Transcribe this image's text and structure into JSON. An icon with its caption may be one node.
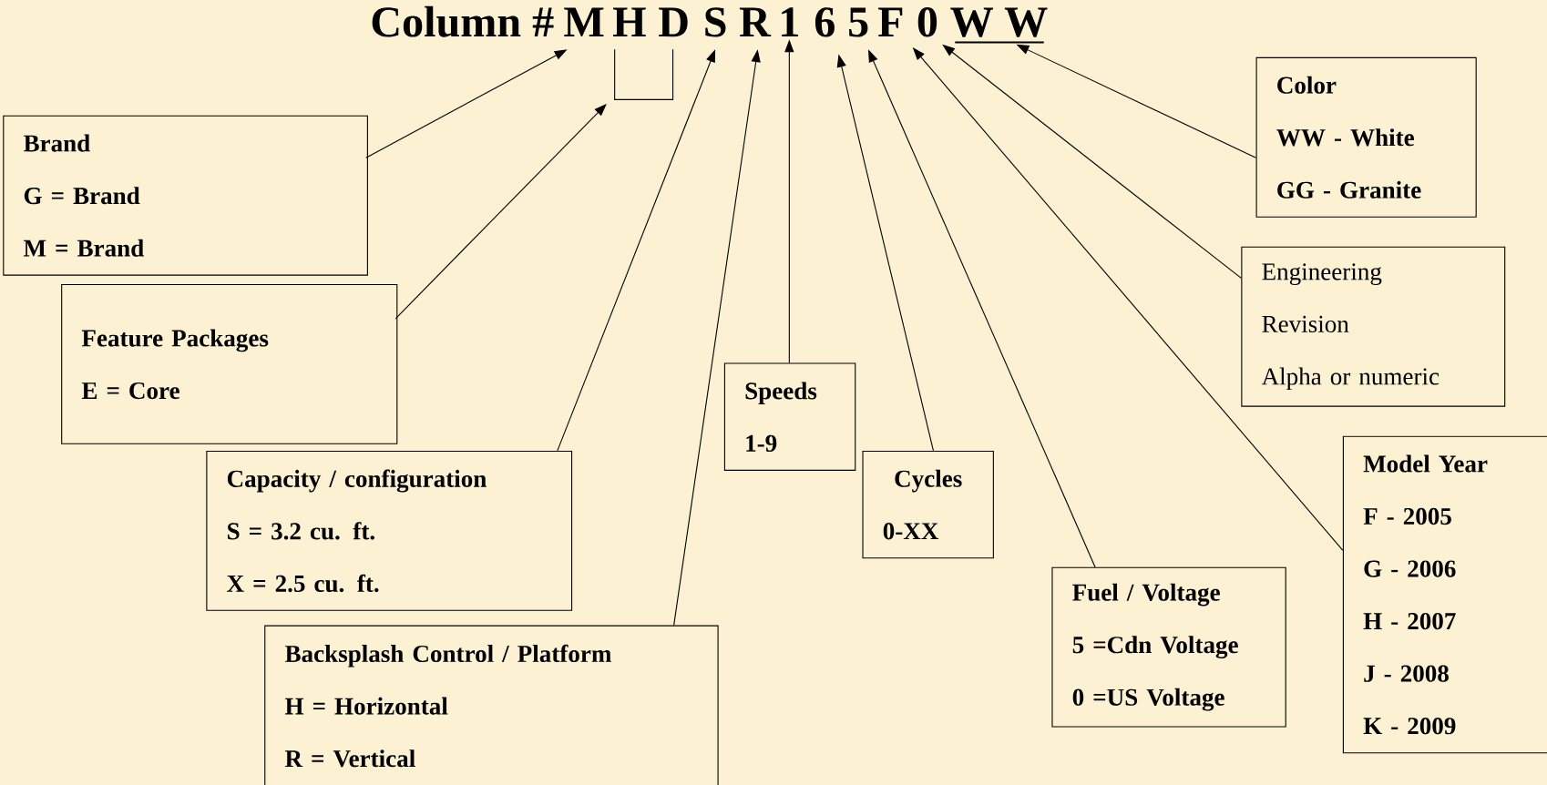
{
  "diagram": {
    "title": "Column #",
    "nodes": [
      {
        "text": [
          "M"
        ]
      },
      {
        "text": [
          "H"
        ]
      },
      {
        "text": [
          "D"
        ]
      },
      {
        "text": [
          "S"
        ]
      },
      {
        "text": [
          "R"
        ]
      },
      {
        "text": [
          "1"
        ]
      },
      {
        "text": [
          "6"
        ]
      },
      {
        "text": [
          "5"
        ]
      },
      {
        "text": [
          "F"
        ]
      },
      {
        "text": [
          "0"
        ]
      },
      {
        "text": [
          "W"
        ]
      },
      {
        "text": [
          "W"
        ]
      },
      {
        "text": [],
        "shape": "bracket"
      },
      {
        "text": [],
        "shape": "line"
      },
      {
        "text": [
          "Color",
          "WW - White",
          "GG - Granite"
        ]
      },
      {
        "text": [
          "Brand",
          "G = Brand",
          "M = Brand"
        ]
      },
      {
        "text": [
          "Feature Packages",
          "E = Core"
        ]
      },
      {
        "text": [
          "Engineering",
          "Revision",
          "Alpha or numeric"
        ]
      },
      {
        "text": [
          "Speeds",
          "1-9"
        ]
      },
      {
        "text": [
          "Capacity / configuration",
          "S = 3.2 cu. ft.",
          "X = 2.5 cu. ft."
        ]
      },
      {
        "text": [
          "Cycles",
          "0-XX"
        ]
      },
      {
        "text": [
          "Model Year",
          "F - 2005",
          "G - 2006",
          "H - 2007",
          "J - 2008",
          "K - 2009"
        ]
      },
      {
        "text": [
          "Fuel / Voltage",
          "5 =Cdn Voltage",
          "0 =US Voltage"
        ]
      },
      {
        "text": [
          "Backsplash Control / Platform",
          "H = Horizontal",
          "R = Vertical"
        ]
      }
    ],
    "edges": [
      {
        "from": 15,
        "to": 0,
        "arrow": "to"
      },
      {
        "from": 16,
        "to": 12,
        "arrow": "to"
      },
      {
        "from": 19,
        "to": 3,
        "arrow": "to"
      },
      {
        "from": 23,
        "to": 4,
        "arrow": "to"
      },
      {
        "from": 18,
        "to": 5,
        "arrow": "to"
      },
      {
        "from": 20,
        "to": 6,
        "arrow": "to"
      },
      {
        "from": 22,
        "to": 7,
        "arrow": "to"
      },
      {
        "from": 21,
        "to": 8,
        "arrow": "to"
      },
      {
        "from": 17,
        "to": 9,
        "arrow": "to"
      },
      {
        "from": 14,
        "to": 13,
        "arrow": "to"
      }
    ]
  }
}
